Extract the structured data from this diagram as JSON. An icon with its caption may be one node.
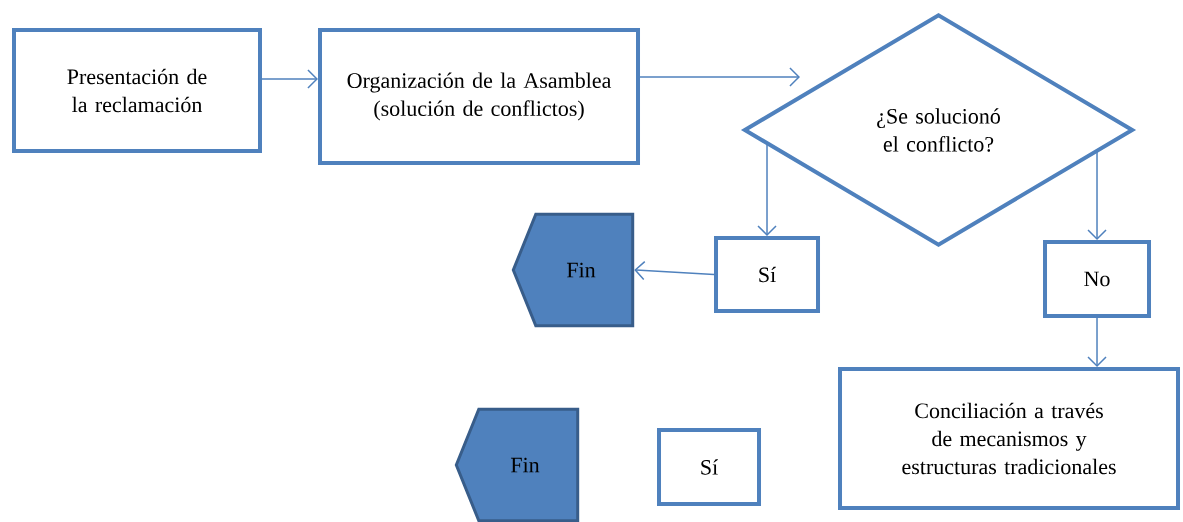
{
  "diagram": {
    "nodes": [
      {
        "text": [
          "Presentación de la reclamación"
        ]
      },
      {
        "text": [
          "Organización de la Asamblea (solución de conflictos)"
        ]
      },
      {
        "text": [
          "¿Se solucionó el conflicto?"
        ]
      },
      {
        "text": [
          "Sí"
        ]
      },
      {
        "text": [
          "Fin"
        ]
      },
      {
        "text": [
          "No"
        ]
      },
      {
        "text": [
          "Conciliación a través de mecanismos y estructuras tradicionales"
        ]
      },
      {
        "text": [
          "Fin"
        ]
      },
      {
        "text": [
          "Sí"
        ]
      }
    ],
    "edges": [
      {
        "from": 0,
        "to": 1,
        "arrow": "to"
      },
      {
        "from": 1,
        "to": 2,
        "arrow": "to"
      },
      {
        "from": 2,
        "to": 3,
        "arrow": "to"
      },
      {
        "from": 2,
        "to": 5,
        "arrow": "to"
      },
      {
        "from": 3,
        "to": 4,
        "arrow": "to"
      },
      {
        "from": 5,
        "to": 6,
        "arrow": "to"
      }
    ]
  }
}
